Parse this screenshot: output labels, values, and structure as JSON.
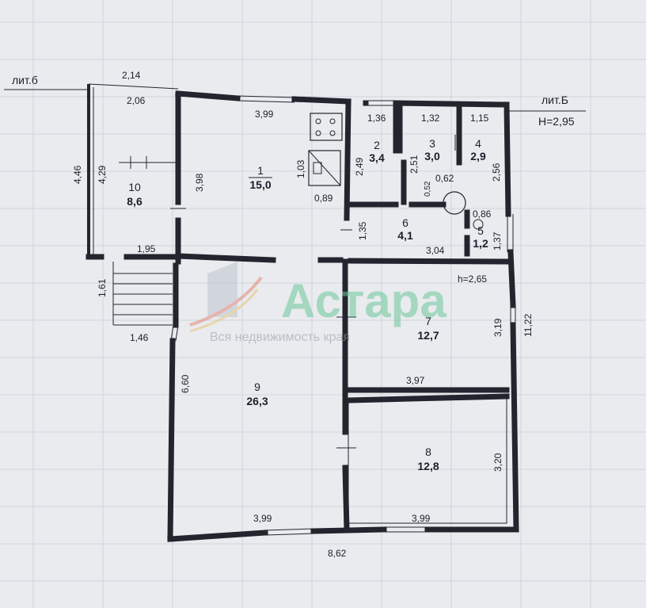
{
  "labels": {
    "lit_left": "лит.б",
    "lit_right": "лит.Б",
    "height_main": "H=2,95",
    "height_corridor": "h=2,65"
  },
  "rooms": [
    {
      "num": "1",
      "area": "15,0"
    },
    {
      "num": "2",
      "area": "3,4"
    },
    {
      "num": "3",
      "area": "3,0"
    },
    {
      "num": "4",
      "area": "2,9"
    },
    {
      "num": "5",
      "area": "1,2"
    },
    {
      "num": "6",
      "area": "4,1"
    },
    {
      "num": "7",
      "area": "12,7"
    },
    {
      "num": "8",
      "area": "12,8"
    },
    {
      "num": "9",
      "area": "26,3"
    },
    {
      "num": "10",
      "area": "8,6"
    }
  ],
  "dimensions": {
    "d214": "2,14",
    "d206": "2,06",
    "d399_top": "3,99",
    "d136": "1,36",
    "d132": "1,32",
    "d115": "1,15",
    "d446": "4,46",
    "d429": "4,29",
    "d398": "3,98",
    "d103": "1,03",
    "d089": "0,89",
    "d249": "2,49",
    "d251": "2,51",
    "d062": "0,62",
    "d052": "0,52",
    "d256": "2,56",
    "d086": "0,86",
    "d135": "1,35",
    "d137": "1,37",
    "d304": "3,04",
    "d195": "1,95",
    "d161": "1,61",
    "d146": "1,46",
    "d660": "6,60",
    "d319": "3,19",
    "d1122": "11,22",
    "d397": "3,97",
    "d320": "3,20",
    "d399_bl": "3,99",
    "d399_br": "3,99",
    "d862": "8,62"
  },
  "watermark": {
    "brand": "Астара",
    "tagline": "Вся недвижимость края"
  }
}
